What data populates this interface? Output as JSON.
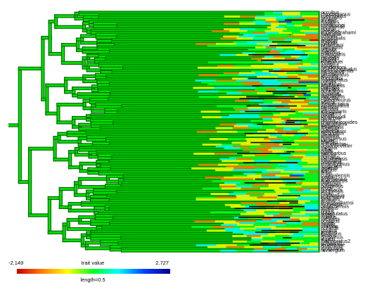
{
  "legend": {
    "min_label": "-2.149",
    "max_label": "2.727",
    "title": "trait value",
    "scale_label": "length=0.5",
    "gradient_colors": [
      "#c40000",
      "#ff7a00",
      "#ffff00",
      "#00ff22",
      "#00ffff",
      "#0040ff",
      "#00008b"
    ]
  },
  "tips": [
    "occultus",
    "chlorocyanus",
    "coelestinus",
    "singularis",
    "aliniger",
    "insolitus",
    "cuvieri",
    "christophei",
    "barahonae",
    "ricordii",
    "baleatus",
    "eugenegrahami",
    "marcanoi",
    "strahmi",
    "longitibialis",
    "armouri",
    "shrevei",
    "cybotes",
    "whitemani",
    "haetianus",
    "breslini",
    "marron",
    "distichus",
    "brevirostris",
    "websteri",
    "caudalis",
    "olssoni",
    "etheridgei",
    "fowleri",
    "insolitus",
    "hendersoni",
    "dolichocephalus",
    "bahorucoensis",
    "darlingtoni",
    "semilineatus",
    "alumina",
    "koopmani",
    "marmoratus",
    "pumilis",
    "vanidicus",
    "argillaceus",
    "centralis",
    "sheplani",
    "ophiolepis",
    "loysiana",
    "guazuma",
    "macilentus",
    "clivicola",
    "cyanopleurus",
    "alfaroi",
    "inexpectatus",
    "vermiculatus",
    "bartschi",
    "garridoi",
    "luteogularis",
    "equestris",
    "noblei",
    "smallwoodi",
    "baracoae",
    "porcus",
    "chamaeleonides",
    "guamuhaya",
    "barbatus",
    "lineatopus",
    "grahami",
    "valencienni",
    "reconditus",
    "garmani",
    "opalinus",
    "conspersus",
    "sagrei",
    "bremeri",
    "homolechis",
    "quadriocellifer",
    "mestrei",
    "jubar",
    "guafe",
    "rubribarbus",
    "allisoni",
    "porcatus",
    "carolinensis",
    "maynardi",
    "brunneus",
    "smaragdinus",
    "longiceps",
    "isolepis",
    "allogus",
    "ahli",
    "imias",
    "cupeyalensis",
    "lucius",
    "argenteolus",
    "angusticeps",
    "paternus",
    "loysianus",
    "pulchellus",
    "krugi",
    "gundlachi",
    "poncensis",
    "cooki",
    "cristatellus",
    "evermanni",
    "stratulus",
    "acutus",
    "ernestwilliamsi",
    "monensis",
    "desechensis",
    "scriptus",
    "wattsi",
    "pogus",
    "bimaculatus",
    "lividus",
    "nubilus",
    "sabanus",
    "oculatus",
    "luciae",
    "roquet",
    "trinitatis",
    "richardii",
    "griseus",
    "aeneus",
    "extremus",
    "ferreus",
    "gingivinus",
    "leachii",
    "marmoratus2",
    "schwartzi",
    "terraealtae",
    "distichus2",
    "ignigularis",
    "ravitergum"
  ],
  "colors": {
    "branch_base": "#00dd00",
    "branch_outline": "#006600",
    "tip_line": "#000000"
  }
}
